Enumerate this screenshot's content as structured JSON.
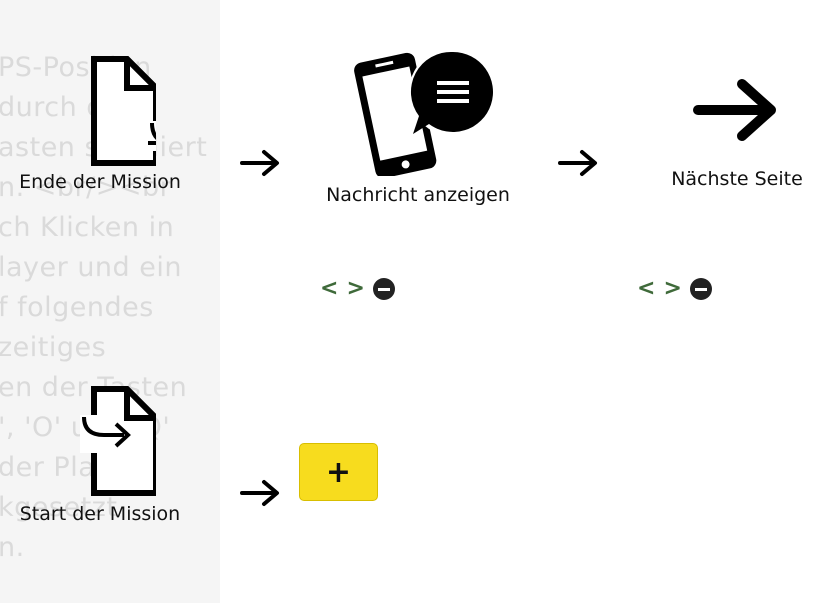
{
  "background_text": [
    "PS-Position",
    "durch die",
    "asten simuliert",
    "n. <br/><br",
    "ch Klicken in",
    "layer und ein",
    "f folgendes",
    "zeitiges",
    "en der Tasten",
    "', 'O' und 'Q'",
    "der Player",
    "kgesetzt",
    "n."
  ],
  "flow": {
    "row1": {
      "event": {
        "label": "Ende der Mission",
        "icon": "file-exit-icon"
      },
      "action1": {
        "label": "Nachricht anzeigen",
        "icon": "phone-message-icon"
      },
      "action2": {
        "label": "Nächste Seite",
        "icon": "arrow-right-icon"
      }
    },
    "row2": {
      "event": {
        "label": "Start der Mission",
        "icon": "file-enter-icon"
      },
      "add_button": "+"
    }
  },
  "controls": {
    "prev": "<",
    "next": ">",
    "remove": "remove-icon"
  },
  "colors": {
    "chevron": "#3f6a3a",
    "add_button": "#f7dc1e",
    "panel": "#f5f5f5"
  }
}
